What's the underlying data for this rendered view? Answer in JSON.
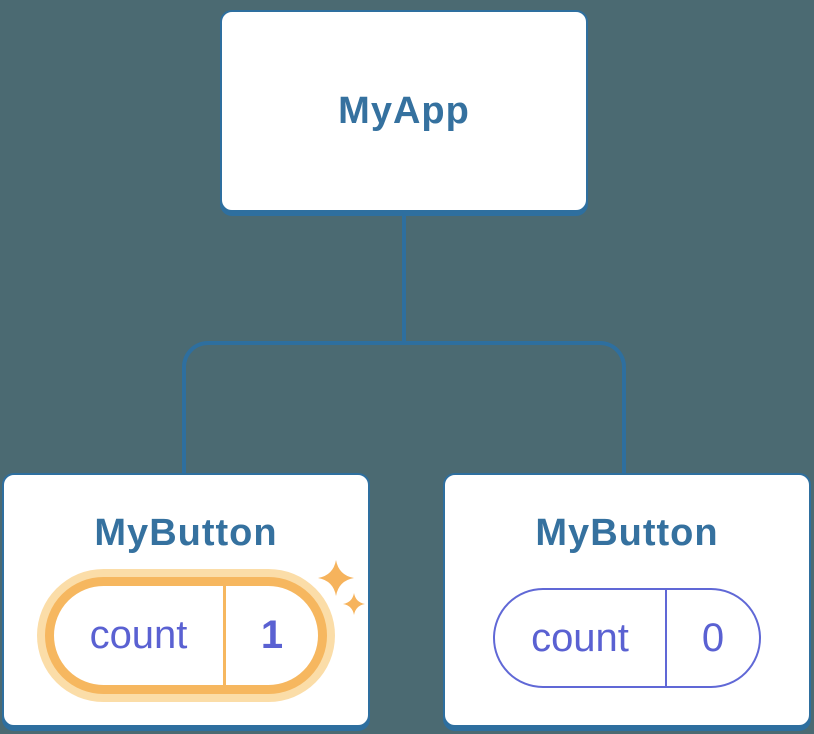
{
  "colors": {
    "background": "#4b6a72",
    "node_border_blue": "#2e6f9f",
    "node_title_blue": "#35719f",
    "state_text_indigo": "#5a61d2",
    "state_border_indigo": "#6068d6",
    "highlight_orange": "#f6b75f",
    "highlight_halo": "#fbdda8"
  },
  "tree": {
    "root": {
      "label": "MyApp"
    },
    "children": [
      {
        "label": "MyButton",
        "state_key": "count",
        "state_value": "1",
        "highlighted": true
      },
      {
        "label": "MyButton",
        "state_key": "count",
        "state_value": "0",
        "highlighted": false
      }
    ]
  }
}
